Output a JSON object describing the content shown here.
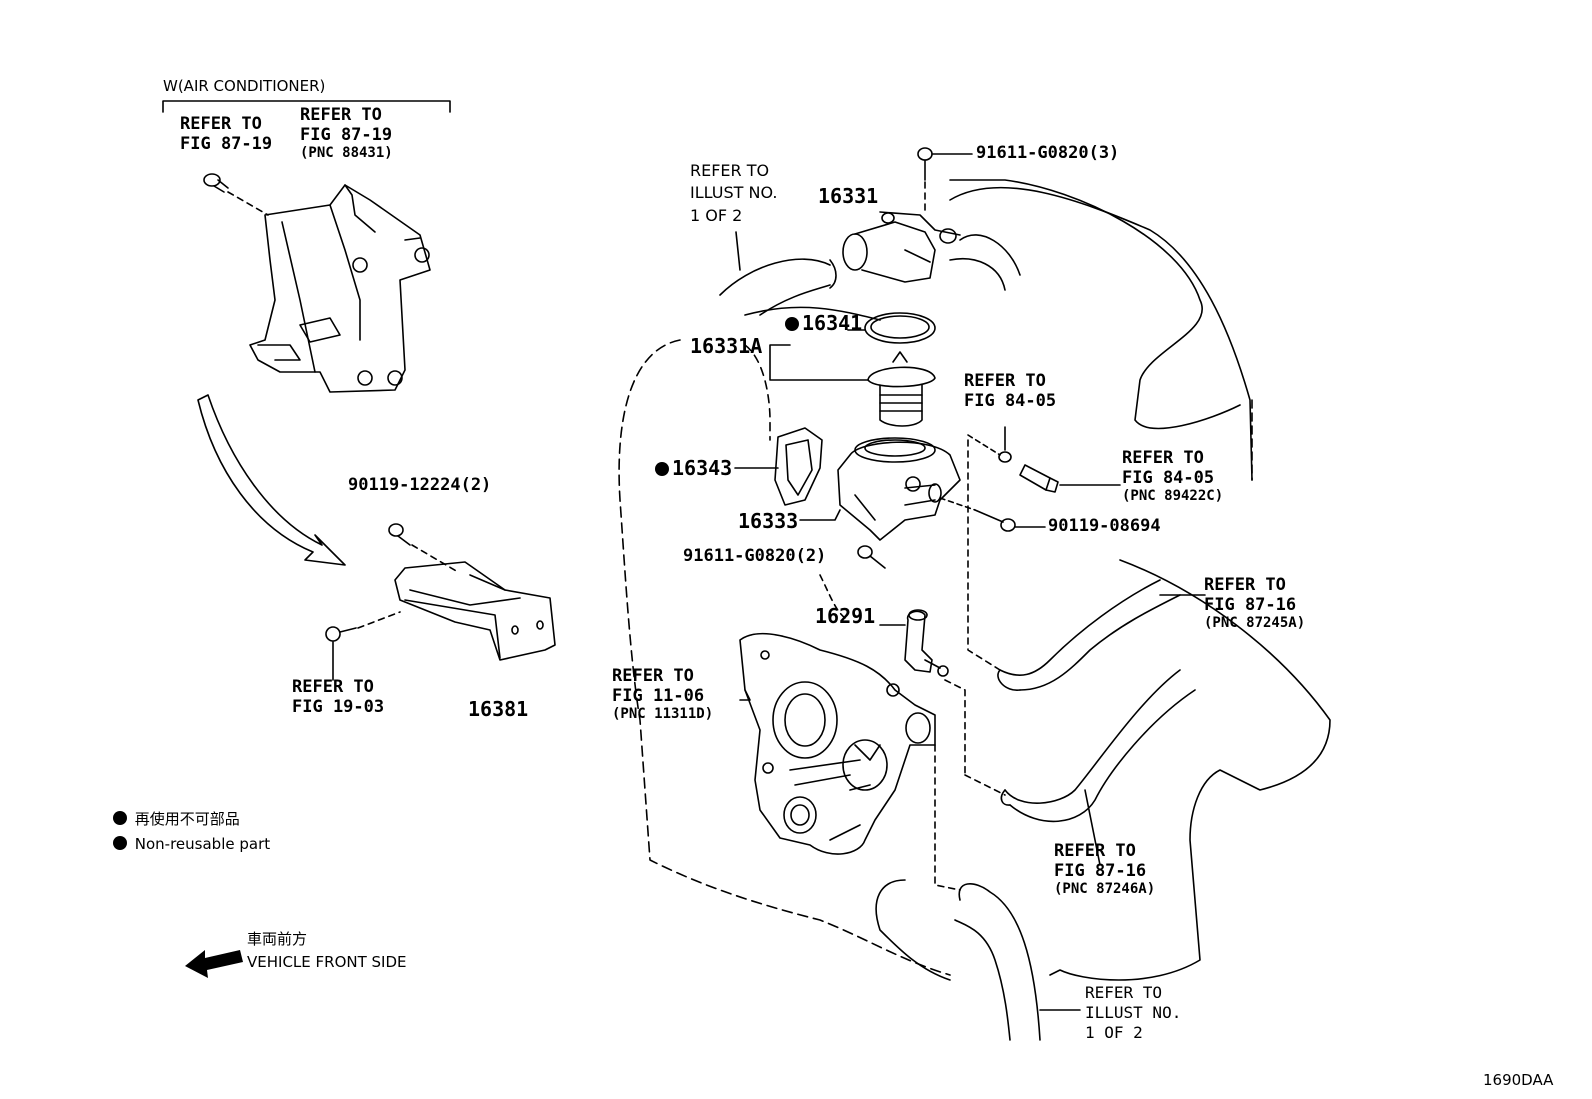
{
  "air_conditioner": "W(AIR CONDITIONER)",
  "ref_fig_87_19_a": [
    "REFER TO",
    "FIG 87-19"
  ],
  "ref_fig_87_19_b": [
    "REFER TO",
    "FIG 87-19",
    "(PNC 88431)"
  ],
  "ref_illust_top": [
    "REFER TO",
    "ILLUST NO.",
    "1 OF 2"
  ],
  "ref_illust_bottom": [
    "REFER TO",
    "ILLUST NO.",
    "1 OF 2"
  ],
  "ref_fig_84_05_a": [
    "REFER TO",
    "FIG 84-05"
  ],
  "ref_fig_84_05_b": [
    "REFER TO",
    "FIG 84-05",
    "(PNC 89422C)"
  ],
  "ref_fig_87_16_a": [
    "REFER TO",
    "FIG 87-16",
    "(PNC 87245A)"
  ],
  "ref_fig_87_16_b": [
    "REFER TO",
    "FIG 87-16",
    "(PNC 87246A)"
  ],
  "ref_fig_19_03": [
    "REFER TO",
    "FIG 19-03"
  ],
  "ref_fig_11_06": [
    "REFER TO",
    "FIG 11-06",
    "(PNC 11311D)"
  ],
  "parts": {
    "p91611_top": "91611-G0820(3)",
    "p16331": "16331",
    "p16341": "16341",
    "p16331A": "16331A",
    "p16343": "16343",
    "p16333": "16333",
    "p90119_08694": "90119-08694",
    "p91611_mid": "91611-G0820(2)",
    "p16291": "16291",
    "p90119_12224": "90119-12224(2)",
    "p16381": "16381"
  },
  "legend": {
    "jp": "再使用不可部品",
    "en": "Non-reusable part"
  },
  "front": {
    "jp": "車両前方",
    "en": "VEHICLE FRONT SIDE"
  },
  "diagram_id": "1690DAA"
}
